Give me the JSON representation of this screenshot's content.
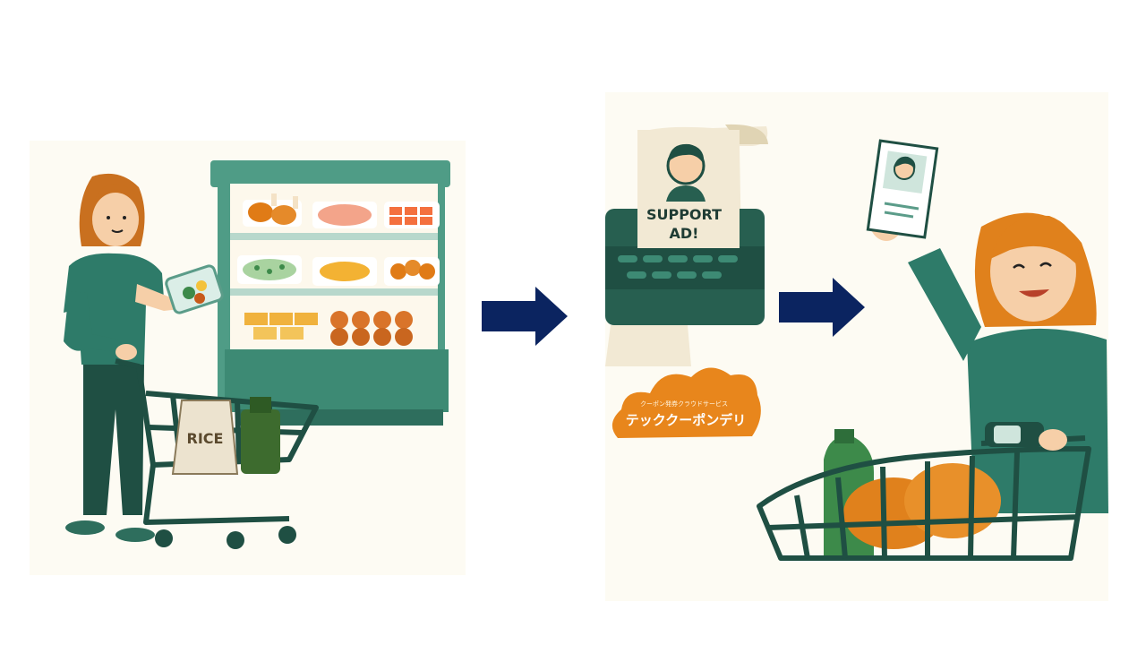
{
  "steps": [
    {
      "id": "shopper-selecting",
      "cart_bag_label": "RICE"
    },
    {
      "id": "coupon-printer",
      "receipt_text_line1": "SUPPORT",
      "receipt_text_line2": "AD!"
    },
    {
      "id": "shopper-with-coupon"
    }
  ],
  "logo": {
    "subtitle": "クーポン発券クラウドサービス",
    "name": "テッククーポンデリ"
  },
  "colors": {
    "arrow": "#0b2460",
    "teal": "#2e7b69",
    "dark_green": "#1f4f43",
    "orange": "#e07b16",
    "cream": "#fdfbf3"
  },
  "icons": [
    "arrow-right-icon",
    "arrow-right-icon",
    "cloud-logo-icon"
  ]
}
